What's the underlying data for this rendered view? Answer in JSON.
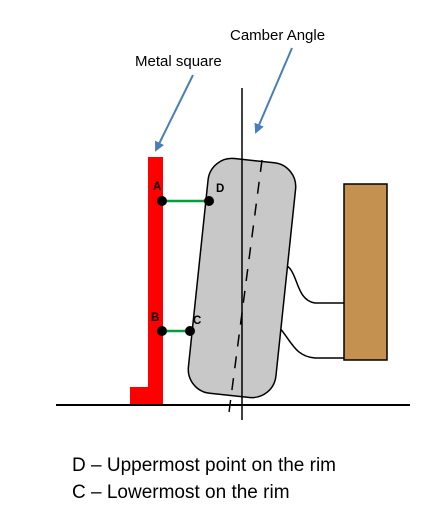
{
  "labels": {
    "camber_angle": "Camber Angle",
    "metal_square": "Metal square",
    "point_a": "A",
    "point_b": "B",
    "point_c": "C",
    "point_d": "D"
  },
  "legend": {
    "d": "D – Uppermost point on the rim",
    "c": "C – Lowermost on the rim"
  },
  "colors": {
    "metal_square": "#ff0000",
    "tire": "#c8c8c8",
    "hub_block": "#c49150",
    "arrow": "#4a7ebb",
    "gauge_line": "#00a040"
  }
}
